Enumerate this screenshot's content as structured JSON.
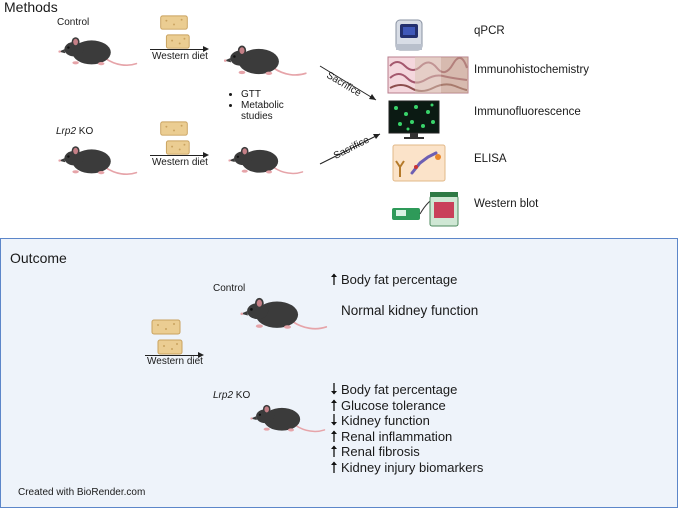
{
  "methods": {
    "title": "Methods",
    "control_label": "Control",
    "ko_label_italic": "Lrp2",
    "ko_label_rest": " KO",
    "diet_label": "Western diet",
    "sacrifice_label": "Sacrifice",
    "studies": [
      "GTT",
      "Metabolic",
      "studies"
    ],
    "techniques": [
      "qPCR",
      "Immunohistochemistry",
      "Immunofluorescence",
      "ELISA",
      "Western blot"
    ]
  },
  "outcome": {
    "title": "Outcome",
    "control_label": "Control",
    "ko_label_italic": "Lrp2",
    "ko_label_rest": " KO",
    "diet_label": "Western diet",
    "control_results": [
      {
        "dir": "up",
        "text": "Body fat percentage"
      },
      {
        "dir": "none",
        "text": "Normal kidney function"
      }
    ],
    "ko_results": [
      {
        "dir": "down",
        "text": "Body fat percentage"
      },
      {
        "dir": "up",
        "text": "Glucose tolerance"
      },
      {
        "dir": "down",
        "text": "Kidney function"
      },
      {
        "dir": "up",
        "text": "Renal inflammation"
      },
      {
        "dir": "up",
        "text": "Renal fibrosis"
      },
      {
        "dir": "up",
        "text": "Kidney injury biomarkers"
      }
    ]
  },
  "footer": "Created with BioRender.com",
  "colors": {
    "outcome_bg": "#eef3fa",
    "outcome_border": "#5c86c9",
    "mouse": "#3a3a3a",
    "tail": "#e7a9ad",
    "food": "#e9c98d"
  }
}
